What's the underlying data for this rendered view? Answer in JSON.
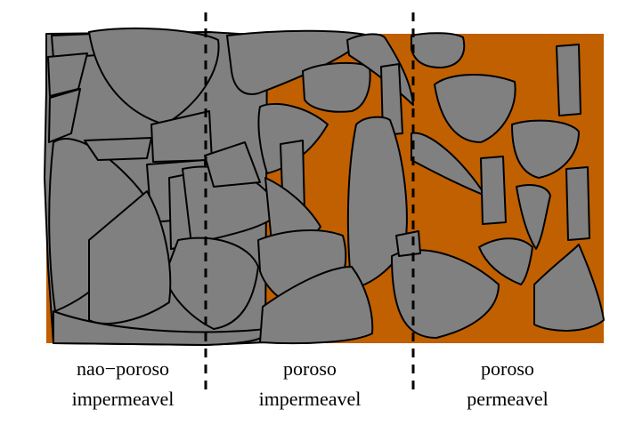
{
  "colors": {
    "matrix": "#C06000",
    "grain": "#808080",
    "outline": "#000000",
    "background": "#FFFFFF"
  },
  "labels": [
    {
      "line1": "nao−poroso",
      "line2": "impermeavel"
    },
    {
      "line1": "poroso",
      "line2": "impermeavel"
    },
    {
      "line1": "poroso",
      "line2": "permeavel"
    }
  ]
}
